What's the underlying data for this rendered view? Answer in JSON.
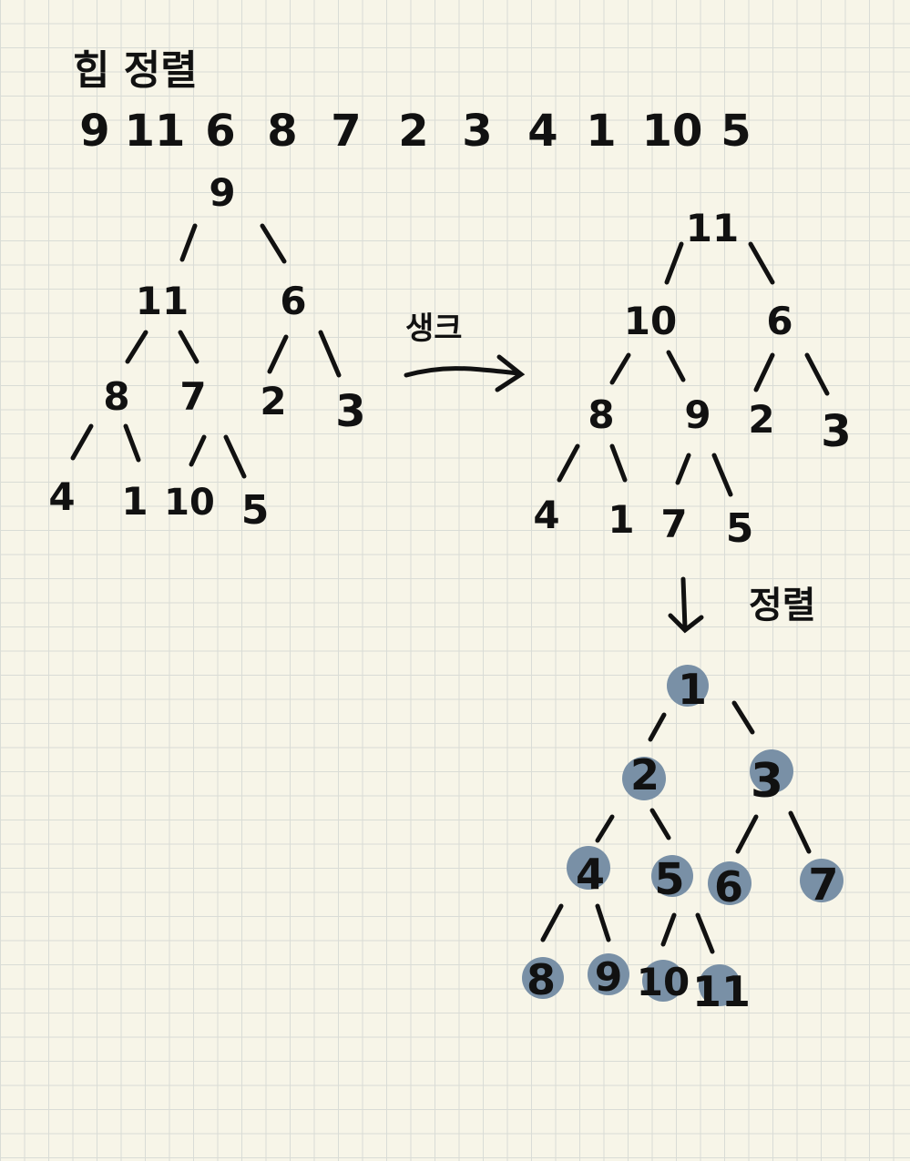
{
  "title": "힙 정렬",
  "input_array": [
    "9",
    "11",
    "6",
    "8",
    "7",
    "2",
    "3",
    "4",
    "1",
    "10",
    "5"
  ],
  "build_label": "생크",
  "sort_label": "정렬",
  "colors": {
    "ink": "#111111",
    "highlight": "#7990a6",
    "paper": "#f7f5e8",
    "grid": "#d9dcd6"
  },
  "initial_tree": {
    "nodes": [
      "9",
      "11",
      "6",
      "8",
      "7",
      "2",
      "3",
      "4",
      "1",
      "10",
      "5"
    ]
  },
  "heap_tree": {
    "nodes": [
      "11",
      "10",
      "6",
      "8",
      "9",
      "2",
      "3",
      "4",
      "1",
      "7",
      "5"
    ]
  },
  "sorted_tree": {
    "nodes": [
      "1",
      "2",
      "3",
      "4",
      "5",
      "6",
      "7",
      "8",
      "9",
      "10",
      "11"
    ]
  }
}
